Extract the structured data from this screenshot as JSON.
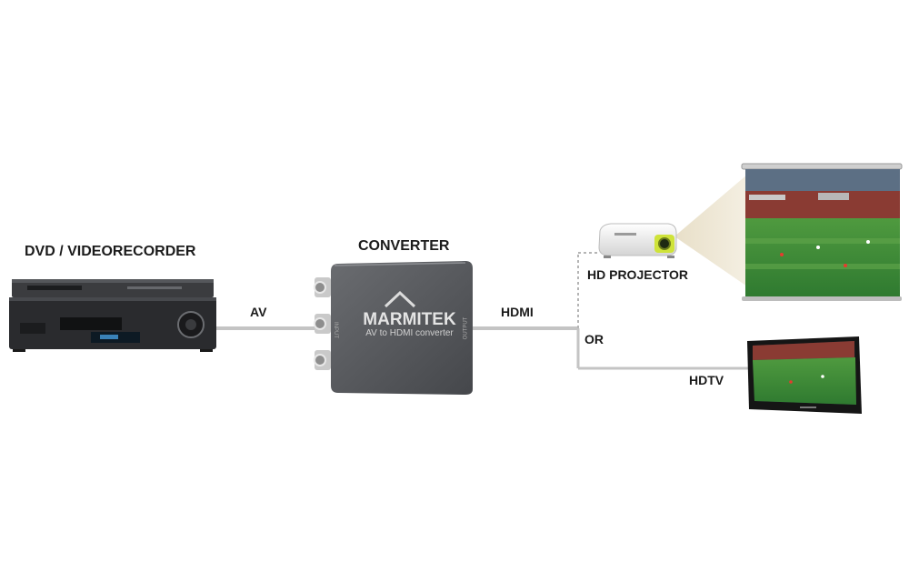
{
  "labels": {
    "dvd": "DVD / VIDEORECORDER",
    "converter": "CONVERTER",
    "av": "AV",
    "hdmi": "HDMI",
    "or": "OR",
    "projector": "HD PROJECTOR",
    "hdtv": "HDTV"
  },
  "converter_device": {
    "brand": "MARMITEK",
    "subtitle": "AV to HDMI converter",
    "input_port": "INPUT",
    "output_port": "OUTPUT"
  },
  "colors": {
    "cable": "#c8c8c8",
    "device_dark": "#2c2d30",
    "converter_body": "#535559",
    "screen_grass": "#3d8a3a",
    "beam": "#efe8d6"
  }
}
